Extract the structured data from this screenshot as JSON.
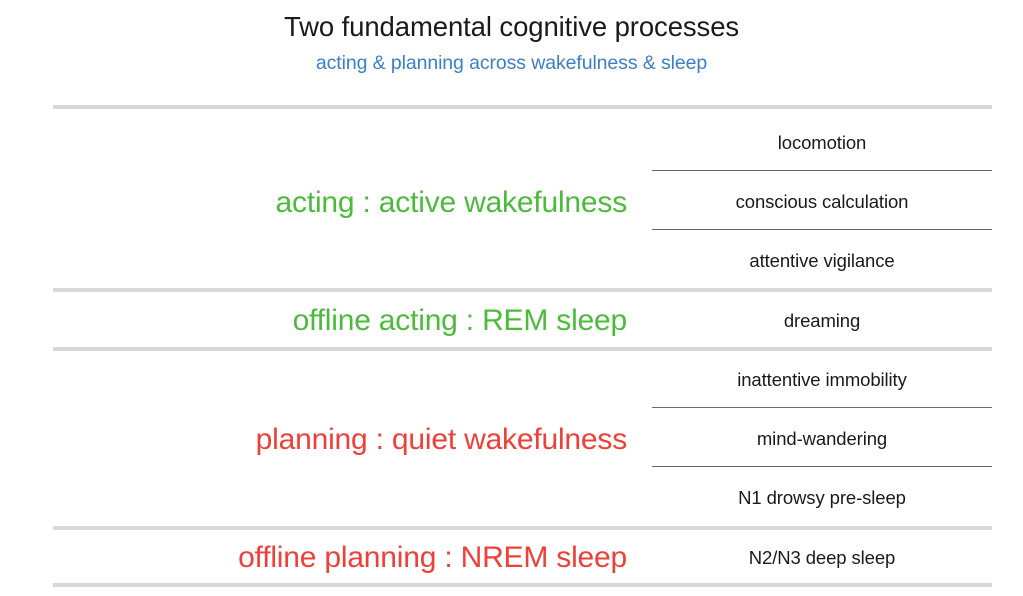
{
  "header": {
    "title": "Two fundamental cognitive processes",
    "subtitle": "acting & planning across wakefulness & sleep",
    "title_color": "#1a1a1a",
    "subtitle_color": "#3b7fc4"
  },
  "colors": {
    "acting": "#4cbb3c",
    "planning": "#ee4038",
    "text": "#1a1a1a",
    "rule_thick": "#d8d8d8",
    "rule_thin": "#6a6a6a",
    "background": "#ffffff"
  },
  "groups": [
    {
      "label": "acting : active wakefulness",
      "color_key": "acting",
      "states": [
        "locomotion",
        "conscious calculation",
        "attentive vigilance"
      ]
    },
    {
      "label": "offline acting : REM sleep",
      "color_key": "acting",
      "states": [
        "dreaming"
      ]
    },
    {
      "label": "planning : quiet wakefulness",
      "color_key": "planning",
      "states": [
        "inattentive immobility",
        "mind-wandering",
        "N1 drowsy pre-sleep"
      ]
    },
    {
      "label": "offline planning : NREM sleep",
      "color_key": "planning",
      "states": [
        "N2/N3 deep sleep"
      ]
    }
  ]
}
